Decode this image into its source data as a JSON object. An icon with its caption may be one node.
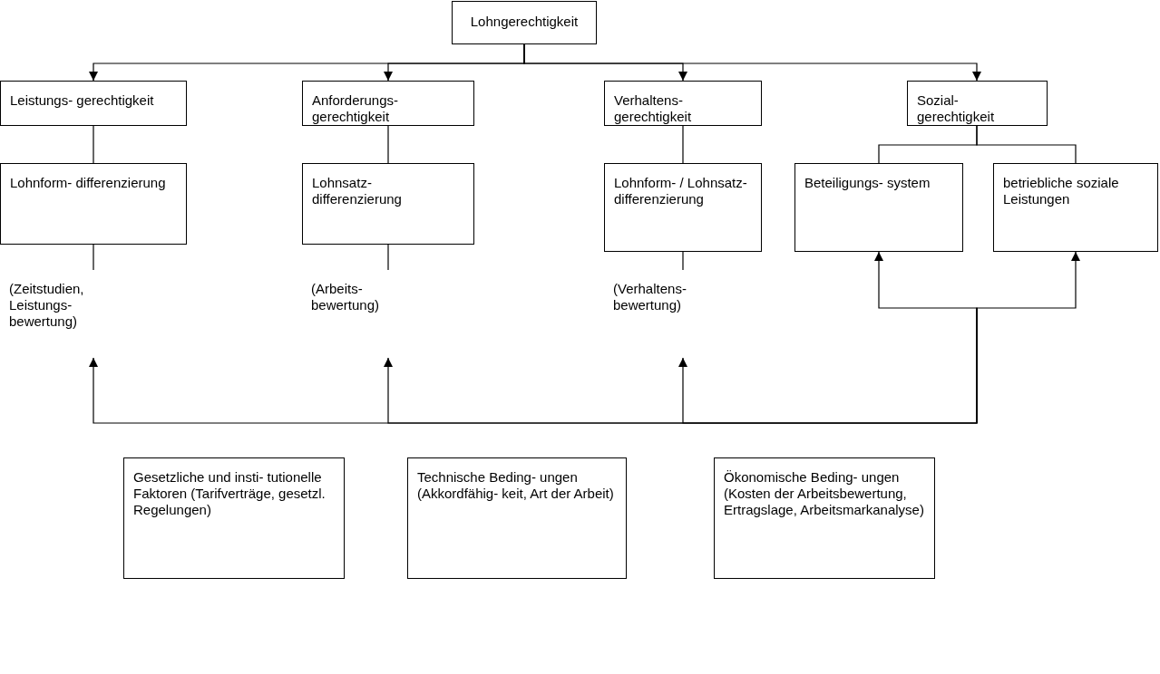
{
  "diagram": {
    "nodes": [
      {
        "text": [
          "Lohngerechtigkeit"
        ]
      },
      {
        "text": [
          "Leistungs- gerechtigkeit"
        ]
      },
      {
        "text": [
          "Anforderungs- gerechtigkeit"
        ]
      },
      {
        "text": [
          "Verhaltens- gerechtigkeit"
        ]
      },
      {
        "text": [
          "Sozial- gerechtigkeit"
        ]
      },
      {
        "text": [
          "Lohnform- differenzierung"
        ]
      },
      {
        "text": [
          "Lohnsatz- differenzierung"
        ]
      },
      {
        "text": [
          "Lohnform- / Lohnsatz- differenzierung"
        ]
      },
      {
        "text": [
          "Beteiligungs- system"
        ]
      },
      {
        "text": [
          "betriebliche soziale Leistungen"
        ]
      },
      {
        "text": [
          "(Zeitstudien, Leistungs- bewertung)"
        ]
      },
      {
        "text": [
          "(Arbeits- bewertung)"
        ]
      },
      {
        "text": [
          "(Verhaltens- bewertung)"
        ]
      },
      {
        "text": [
          "Gesetzliche und insti- tutionelle Faktoren (Tarifverträge, gesetzl. Regelungen)"
        ]
      },
      {
        "text": [
          "Technische Beding- ungen (Akkordfähig- keit, Art der Arbeit)"
        ]
      },
      {
        "text": [
          "Ökonomische Beding- ungen (Kosten der Arbeitsbewertung, Ertragslage, Arbeitsmarkanalyse)"
        ]
      }
    ],
    "edges": [
      {
        "from": 0,
        "to": 1,
        "arrow": "to"
      },
      {
        "from": 0,
        "to": 2,
        "arrow": "to"
      },
      {
        "from": 0,
        "to": 3,
        "arrow": "to"
      },
      {
        "from": 0,
        "to": 4,
        "arrow": "to"
      },
      {
        "from": 1,
        "to": 5,
        "arrow": "none"
      },
      {
        "from": 2,
        "to": 6,
        "arrow": "none"
      },
      {
        "from": 3,
        "to": 7,
        "arrow": "none"
      },
      {
        "from": 4,
        "to": 8,
        "arrow": "none"
      },
      {
        "from": 4,
        "to": 9,
        "arrow": "none"
      },
      {
        "from": 5,
        "to": 10,
        "arrow": "none"
      },
      {
        "from": 6,
        "to": 11,
        "arrow": "none"
      },
      {
        "from": 7,
        "to": 12,
        "arrow": "none"
      },
      {
        "from": null,
        "to": 8,
        "arrow": "to"
      },
      {
        "from": null,
        "to": 9,
        "arrow": "to"
      },
      {
        "from": null,
        "to": 10,
        "arrow": "to"
      },
      {
        "from": null,
        "to": 11,
        "arrow": "to"
      },
      {
        "from": null,
        "to": 12,
        "arrow": "to"
      }
    ]
  }
}
